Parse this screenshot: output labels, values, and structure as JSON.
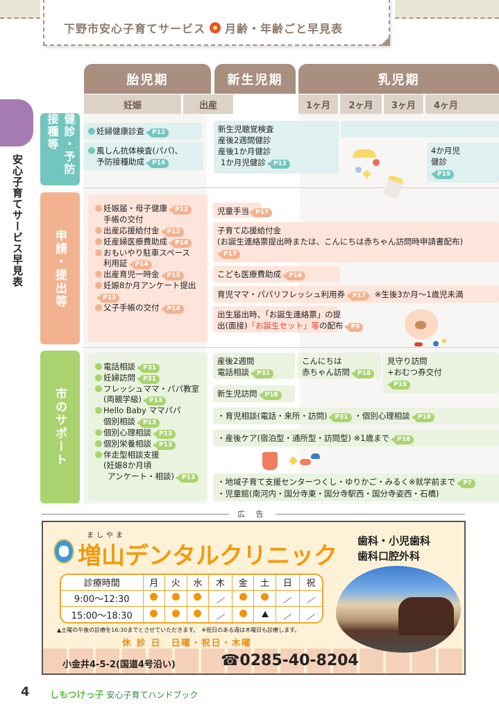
{
  "header": {
    "title_left": "下野市安心子育てサービス",
    "title_right": "月齢・年齢ごと早見表",
    "flower_icon": "red-flower-icon"
  },
  "side_label": "安心子育てサービス早見表",
  "periods": [
    {
      "label": "胎児期"
    },
    {
      "label": "新生児期"
    },
    {
      "label": "乳児期"
    }
  ],
  "subheaders": [
    "妊娠",
    "出産",
    "1ヶ月",
    "2ヶ月",
    "3ヶ月",
    "4ヶ月"
  ],
  "categories": {
    "health": "健診・予防接種等",
    "apply": "申請・提出等",
    "support": "市のサポート"
  },
  "health": {
    "prenatal": [
      {
        "text": "妊婦健康診査",
        "page": "P12"
      },
      {
        "text": "風しん抗体検査(パパ)、",
        "text2": "予防接種助成",
        "page": "P14"
      }
    ],
    "newborn": {
      "lines": [
        "新生児聴覚検査",
        "産後2週間健診",
        "産後1か月健診",
        "1か月児健診"
      ],
      "page": "P12"
    },
    "four_month": {
      "lines": [
        "4か月児",
        "健診"
      ],
      "page": "P19"
    }
  },
  "apply": {
    "prenatal": [
      {
        "text": "妊娠届・母子健康",
        "page": "P12",
        "text2": "手帳の交付"
      },
      {
        "text": "出産応援給付金",
        "page": "P12"
      },
      {
        "text": "妊産婦医療費助成",
        "page": "P14"
      },
      {
        "text": "おもいやり駐車スペース",
        "text2": "利用証",
        "page": "P14"
      },
      {
        "text": "出産育児一時金",
        "page": "P15"
      },
      {
        "text": "妊娠8か月アンケート提出",
        "page": "P13"
      },
      {
        "text": "父子手帳の交付",
        "page": "P14"
      }
    ],
    "child_allowance": {
      "text": "児童手当",
      "page": "P17"
    },
    "support_payment": {
      "line1": "子育て応援給付金",
      "line2": "(お誕生連絡票提出時または、こんにちは赤ちゃん訪問時申請書配布)",
      "page": "P17"
    },
    "medical": {
      "text": "こども医療費助成",
      "page": "P16"
    },
    "refresh": {
      "text": "育児ママ・パパリフレッシュ利用券",
      "page": "P17",
      "note": "※生後3か月～1歳児未満"
    },
    "birth": {
      "line1": "出生届出時、「お誕生連絡票」の提",
      "line2a": "出(面接)",
      "line2b": "「お誕生セット」等",
      "line2c": "の配布",
      "page": "P5"
    }
  },
  "support": {
    "prenatal": [
      {
        "text": "電話相談",
        "page": "P31"
      },
      {
        "text": "妊婦訪問",
        "page": "P31"
      },
      {
        "text": "フレッシュママ・パパ教室",
        "text2": "(両親学級)",
        "page": "P13"
      },
      {
        "text": "Hello Baby ママパパ",
        "text2": "個別相談",
        "page": "P13"
      },
      {
        "text": "個別心理相談",
        "page": "P13"
      },
      {
        "text": "個別栄養相談",
        "page": "P13"
      },
      {
        "text": "伴走型相談支援",
        "text2": "(妊娠8か月頃",
        "text3": "アンケート・相談)",
        "page": "P13"
      }
    ],
    "postnatal_call": {
      "line1": "産後2週間",
      "line2": "電話相談",
      "page": "P31"
    },
    "hello_baby": {
      "line1": "こんにちは",
      "line2": "赤ちゃん訪問",
      "page": "P18"
    },
    "watch_visit": {
      "line1": "見守り訪問",
      "line2": "+おむつ券交付",
      "page": "P19"
    },
    "newborn_visit": {
      "text": "新生児訪問",
      "page": "P18"
    },
    "consult": {
      "text1": "・育児相談(電話・来所・訪問)",
      "page1": "P31",
      "text2": "・個別心理相談",
      "page2": "P18"
    },
    "postcare": {
      "text": "・産後ケア(宿泊型・通所型・訪問型) ※1歳まで",
      "page": "P18"
    },
    "center": {
      "line1": "・地域子育て支援センターつくし・ゆりかご・みるく※就学前まで",
      "page": "P7",
      "line2": "・児童館(南河内・国分寺東・国分寺駅西・国分寺姿西・石橋)"
    }
  },
  "ad": {
    "label": "広 告",
    "furigana": "ましやま",
    "clinic_name": "増山デンタルクリニック",
    "departments": [
      "歯科・小児歯科",
      "歯科口腔外科"
    ],
    "hours_header": "診療時間",
    "days": [
      "月",
      "火",
      "水",
      "木",
      "金",
      "土",
      "日",
      "祝"
    ],
    "rows": [
      {
        "time": "9:00～12:30",
        "marks": [
          "dot",
          "dot",
          "dot",
          "slash",
          "dot",
          "dot",
          "slash",
          "slash"
        ]
      },
      {
        "time": "15:00～18:30",
        "marks": [
          "dot",
          "dot",
          "dot",
          "slash",
          "dot",
          "tri",
          "slash",
          "slash"
        ]
      }
    ],
    "note": "▲土曜の午後の診療を16:30までとさせていただきます。　※祝日のある週は木曜日も診療します。",
    "closed": "休 診 日　日曜・祝日・木曜",
    "address": "小金井4-5-2(国道4号沿い)",
    "tel": "☎0285-40-8204"
  },
  "footer": {
    "page_number": "4",
    "brand": "しもつけっ子",
    "subtitle": "安心子育てハンドブック"
  },
  "colors": {
    "brown": "#a88f80",
    "teal": "#72c6bd",
    "peach": "#f3b28f",
    "green": "#a9d36e",
    "purple": "#a67bb4",
    "orange": "#f29a0c"
  }
}
